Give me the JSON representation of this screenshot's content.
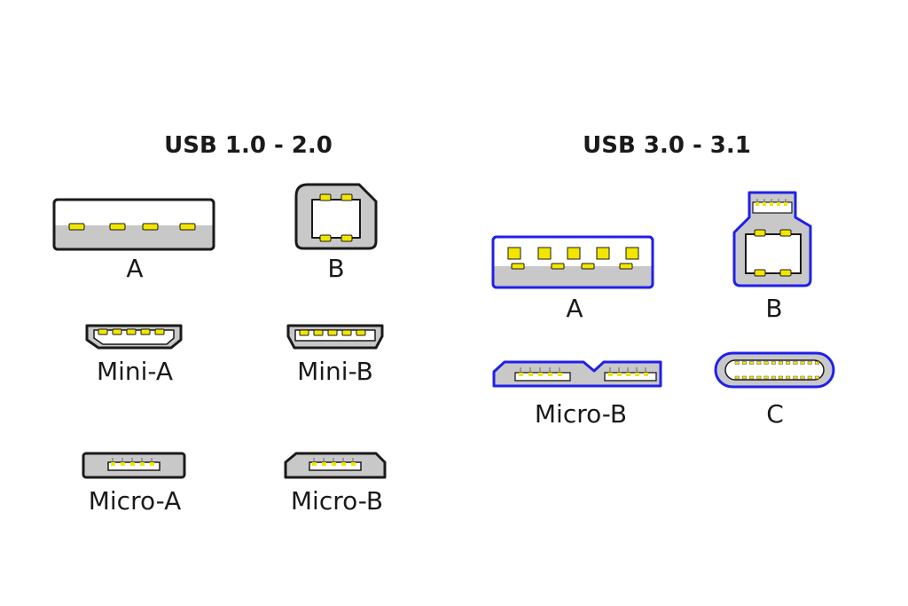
{
  "sections": {
    "usb2": {
      "title": "USB 1.0 - 2.0",
      "connectors": {
        "a": "A",
        "b": "B",
        "mini_a": "Mini-A",
        "mini_b": "Mini-B",
        "micro_a": "Micro-A",
        "micro_b": "Micro-B"
      }
    },
    "usb3": {
      "title": "USB 3.0 - 3.1",
      "connectors": {
        "a": "A",
        "b": "B",
        "micro_b": "Micro-B",
        "c": "C"
      }
    }
  },
  "colors": {
    "usb2_outline": "#1a1a1a",
    "usb3_outline": "#2020e8",
    "body": "#c8c8c8",
    "pin": "#f2e600",
    "cavity": "#ffffff"
  }
}
